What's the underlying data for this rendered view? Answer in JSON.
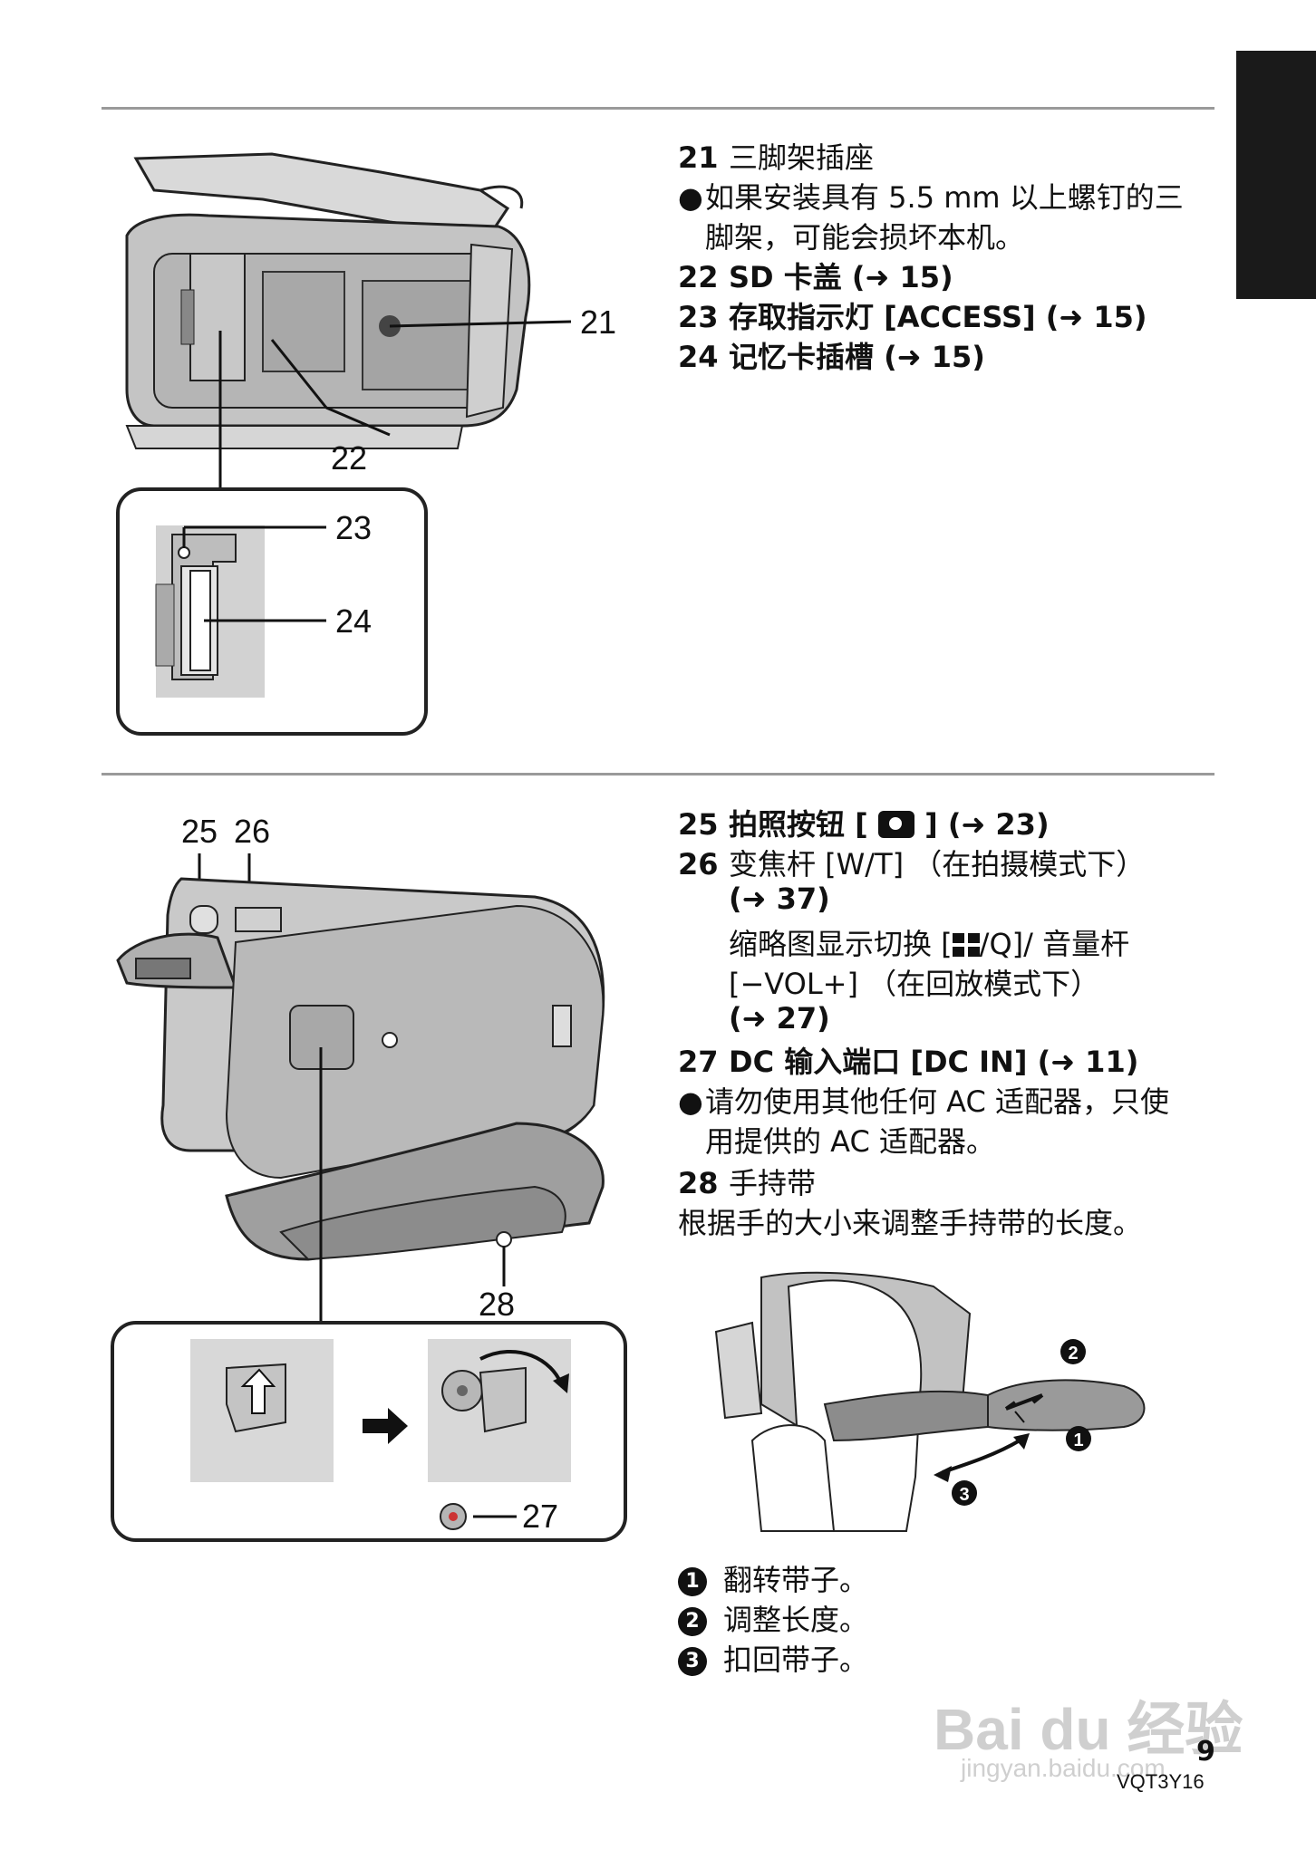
{
  "callouts": {
    "c21": "21",
    "c22": "22",
    "c23": "23",
    "c24": "24",
    "c25": "25",
    "c26": "26",
    "c27": "27",
    "c28": "28"
  },
  "section1": {
    "items": [
      {
        "num": "21",
        "label": "三脚架插座"
      },
      {
        "num": "22",
        "label": "SD 卡盖 (➜ 15)"
      },
      {
        "num": "23",
        "label": "存取指示灯 [ACCESS] (➜ 15)"
      },
      {
        "num": "24",
        "label": "记忆卡插槽 (➜ 15)"
      }
    ],
    "note_bullet": "●",
    "note_line1": "如果安装具有 5.5 mm 以上螺钉的三",
    "note_line2": "脚架，可能会损坏本机。"
  },
  "section2": {
    "item25_num": "25",
    "item25_label_pre": "拍照按钮 [",
    "item25_label_post": "] (➜ 23)",
    "item26_num": "26",
    "item26_line1": "变焦杆 [W/T] （在拍摄模式下）",
    "item26_line2": "(➜ 37)",
    "item26_line3_pre": "缩略图显示切换 [",
    "item26_line3_mid": "/Q]/ 音量杆",
    "item26_line4": "[−VOL+] （在回放模式下）",
    "item26_line5": "(➜ 27)",
    "item27_num": "27",
    "item27_label": "DC 输入端口 [DC IN] (➜ 11)",
    "item27_bullet": "●",
    "item27_note_line1": "请勿使用其他任何 AC 适配器，只使",
    "item27_note_line2": "用提供的 AC 适配器。",
    "item28_num": "28",
    "item28_label": "手持带",
    "item28_desc": "根据手的大小来调整手持带的长度。"
  },
  "steps": [
    {
      "mark": "1",
      "text": "翻转带子。"
    },
    {
      "mark": "2",
      "text": "调整长度。"
    },
    {
      "mark": "3",
      "text": "扣回带子。"
    }
  ],
  "footer": {
    "page_number": "9",
    "doc_code": "VQT3Y16",
    "watermark_main": "Bai du 经验",
    "watermark_url": "jingyan.baidu.com"
  }
}
